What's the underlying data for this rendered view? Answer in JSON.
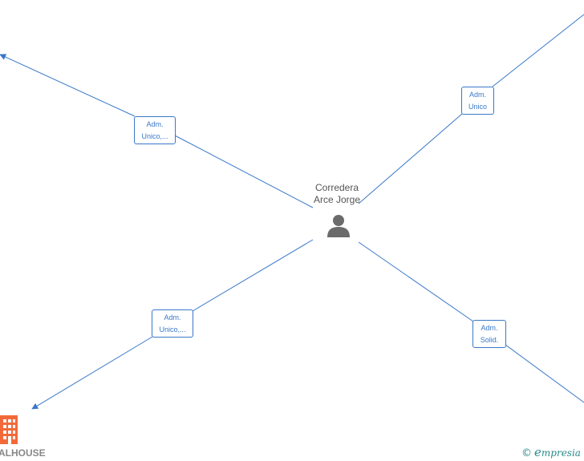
{
  "person": {
    "name_line1": "Corredera",
    "name_line2": "Arce Jorge",
    "icon": "person-icon"
  },
  "roles": [
    {
      "line1": "Adm.",
      "line2": "Unico,..."
    },
    {
      "line1": "Adm.",
      "line2": "Unico"
    },
    {
      "line1": "Adm.",
      "line2": "Unico,..."
    },
    {
      "line1": "Adm.",
      "line2": "Solid."
    }
  ],
  "company": {
    "label": "ALHOUSE",
    "icon": "building-icon"
  },
  "brand": {
    "copyright": "©",
    "name": "mpresia",
    "initial": "e"
  },
  "colors": {
    "edge": "#3a78c9",
    "building": "#f26a3a",
    "person_icon": "#6b6b6b",
    "brand": "#2a8a8a"
  }
}
